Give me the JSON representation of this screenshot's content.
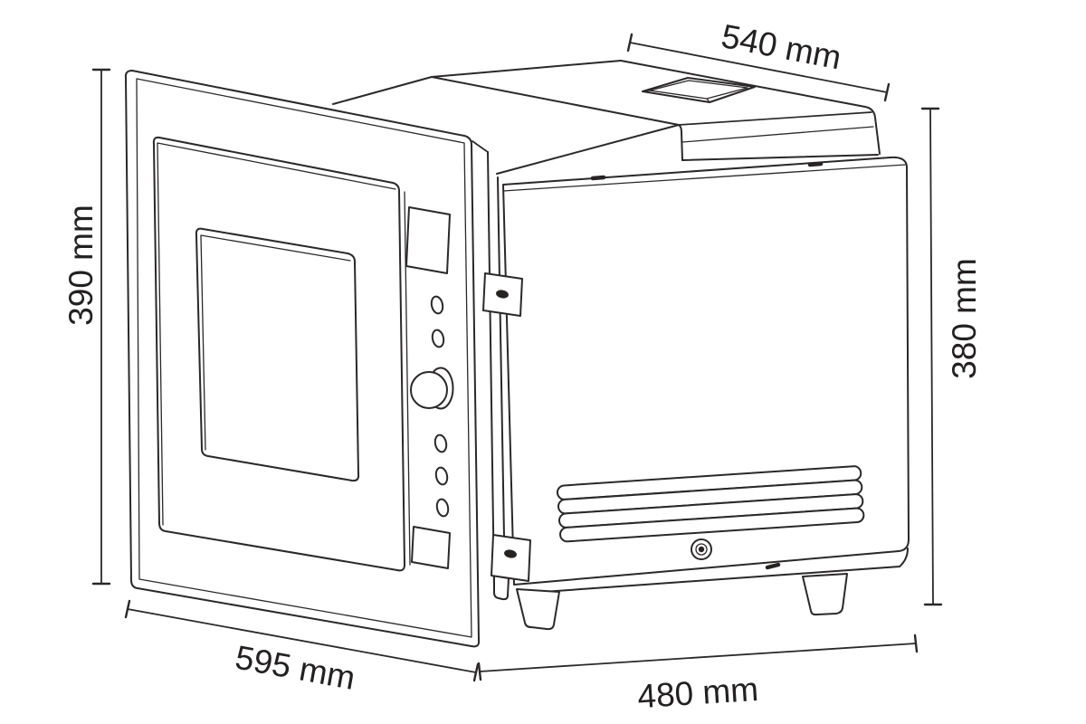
{
  "dimensions": {
    "top_width": {
      "label": "540 mm",
      "value": 540,
      "unit": "mm"
    },
    "front_height": {
      "label": "390 mm",
      "value": 390,
      "unit": "mm"
    },
    "body_height": {
      "label": "380 mm",
      "value": 380,
      "unit": "mm"
    },
    "front_width": {
      "label": "595 mm",
      "value": 595,
      "unit": "mm"
    },
    "body_depth": {
      "label": "480 mm",
      "value": 480,
      "unit": "mm"
    }
  },
  "colors": {
    "ink": "#2b2828",
    "background": "#ffffff"
  }
}
